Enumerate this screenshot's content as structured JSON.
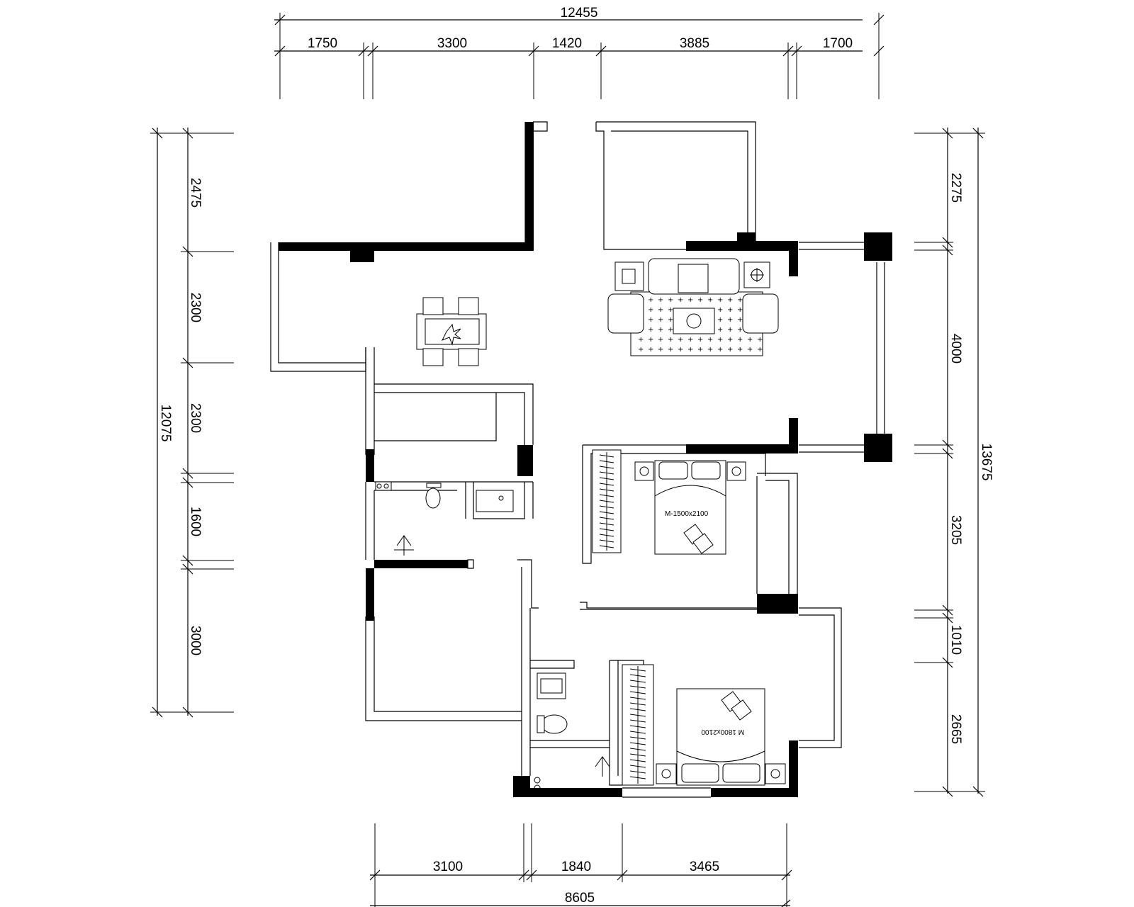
{
  "dimensions": {
    "top_total": "12455",
    "top_segments": [
      "1750",
      "3300",
      "1420",
      "3885",
      "1700"
    ],
    "left_total": "12075",
    "left_segments": [
      "2475",
      "2300",
      "2300",
      "1600",
      "3000"
    ],
    "right_total": "13675",
    "right_segments": [
      "2275",
      "4000",
      "3205",
      "1010",
      "2665"
    ],
    "bottom_total": "8605",
    "bottom_segments": [
      "3100",
      "1840",
      "3465"
    ]
  },
  "labels": {
    "bed_1": "M-1500x2100",
    "bed_2": "M 1800x2100"
  }
}
